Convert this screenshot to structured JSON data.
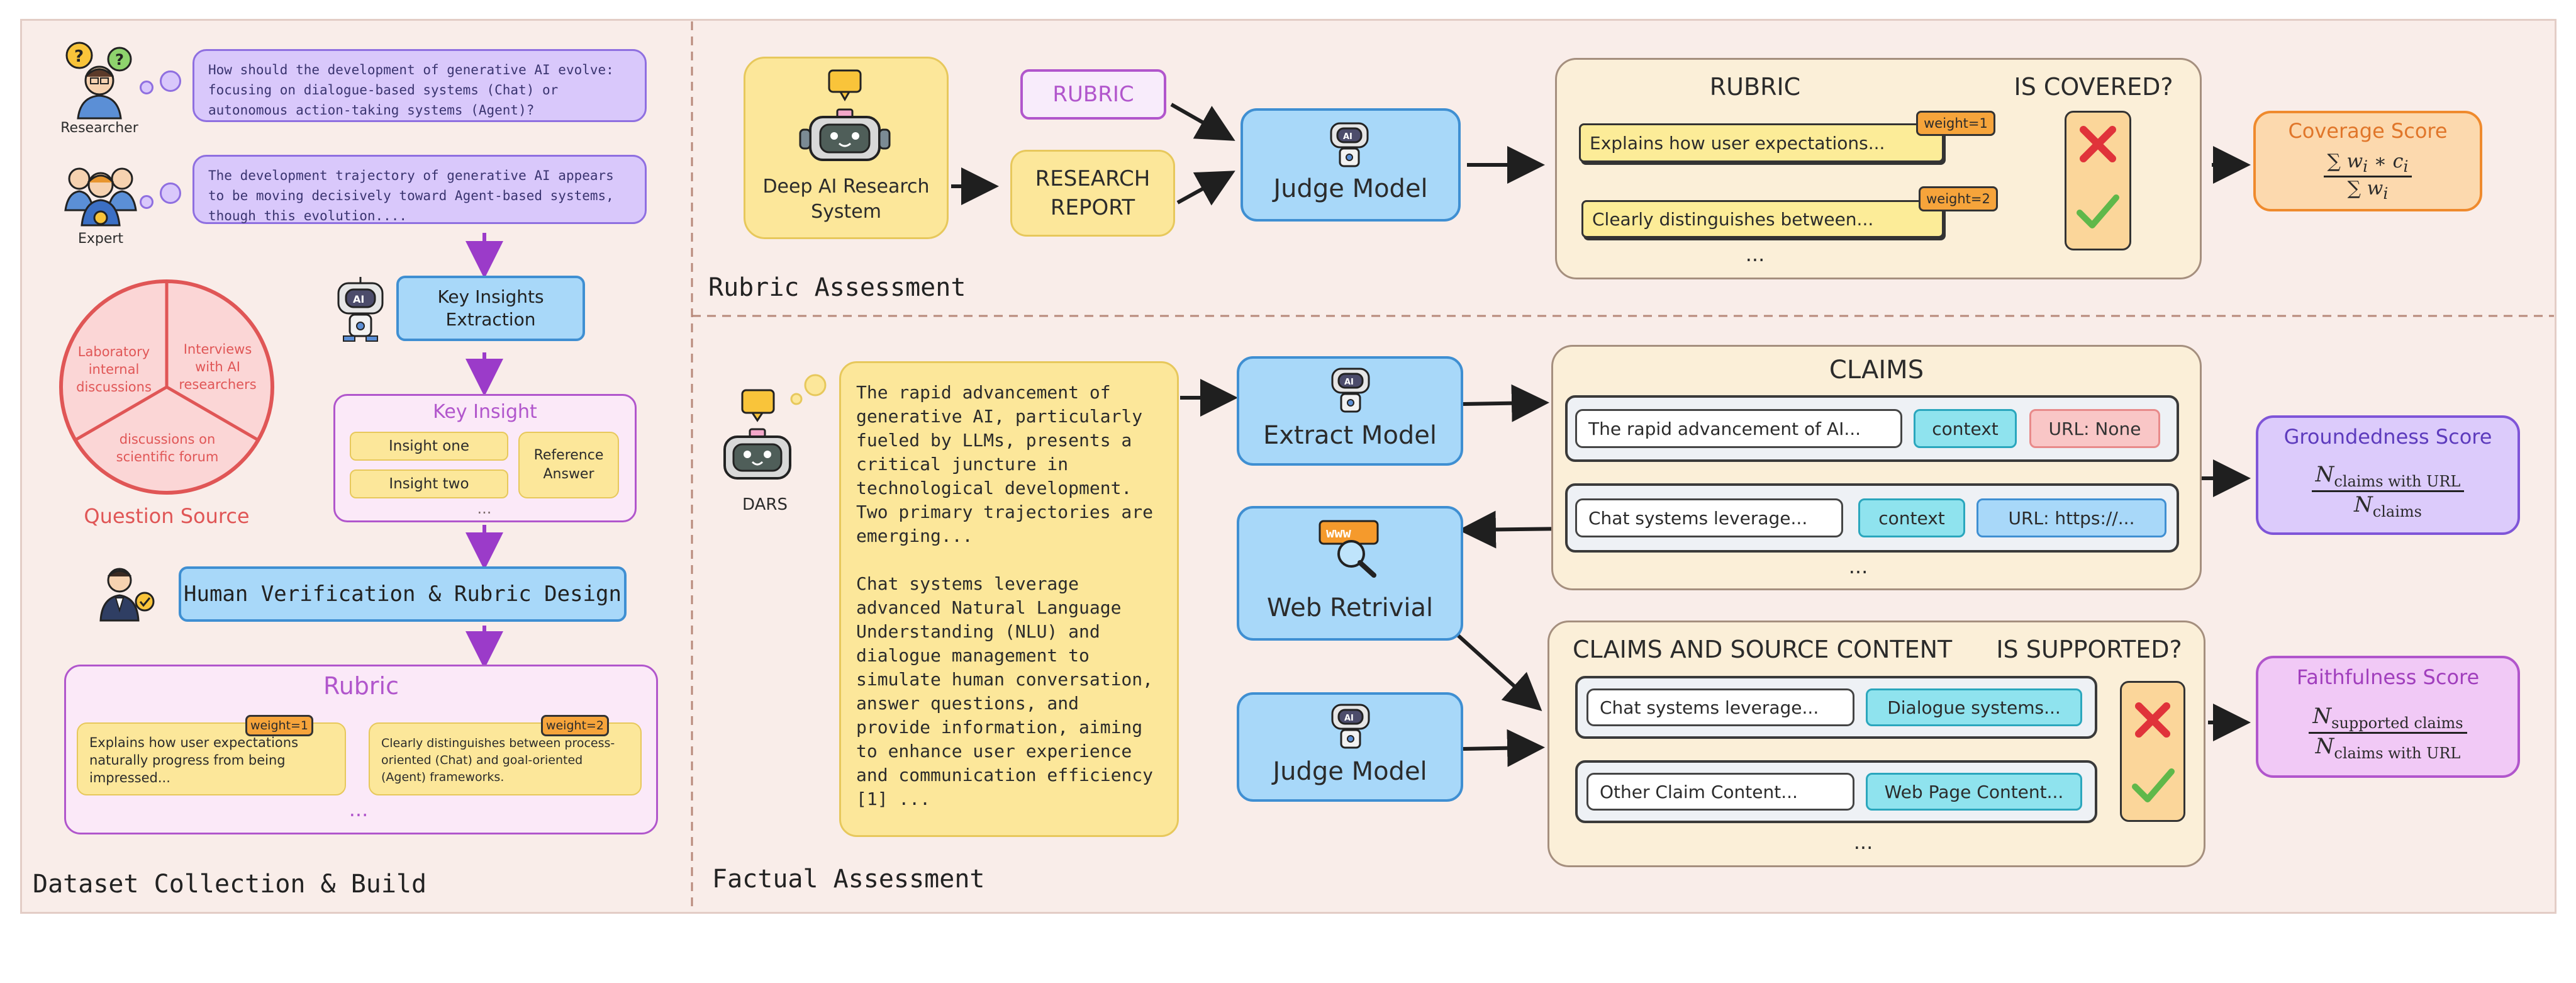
{
  "left": {
    "researcher_question": "How should the development of generative AI evolve: focusing on dialogue-based systems (Chat) or autonomous action-taking systems (Agent)?",
    "researcher_label": "Researcher",
    "expert_answer": "The development trajectory of generative AI appears to be moving decisively toward Agent-based systems, though this evolution....",
    "expert_label": "Expert",
    "pie_slices": [
      "Laboratory internal discussions",
      "Interviews with AI researchers",
      "discussions on scientific forum"
    ],
    "question_source": "Question Source",
    "key_insights_extraction": "Key Insights Extraction",
    "key_insight_title": "Key Insight",
    "insight_one": "Insight one",
    "insight_two": "Insight two",
    "reference_answer": "Reference Answer",
    "ellipsis": "...",
    "human_verification": "Human Verification & Rubric Design",
    "rubric_title": "Rubric",
    "rubric_item1": "Explains how user expectations naturally progress from being impressed...",
    "rubric_item1_weight": "weight=1",
    "rubric_item2": "Clearly distinguishes between process-oriented (Chat) and goal-oriented (Agent) frameworks.",
    "rubric_item2_weight": "weight=2",
    "section_title": "Dataset Collection & Build"
  },
  "rubric_assessment": {
    "system_label": "Deep AI Research System",
    "rubric_tag": "RUBRIC",
    "report_label": "RESEARCH REPORT",
    "judge_label": "Judge Model",
    "panel_title": "RUBRIC",
    "covered_title": "IS COVERED?",
    "item1": "Explains how user expectations...",
    "item1_weight": "weight=1",
    "item2": "Clearly distinguishes between...",
    "item2_weight": "weight=2",
    "ellipsis": "...",
    "coverage_title": "Coverage Score",
    "section_title": "Rubric Assessment"
  },
  "factual_assessment": {
    "dars_label": "DARS",
    "report_text_p1": "The rapid advancement of generative AI, particularly fueled by LLMs, presents a critical juncture in technological development. Two primary trajectories are emerging...",
    "report_text_p2": "Chat systems leverage advanced Natural Language Understanding (NLU) and dialogue management to simulate human conversation, answer questions, and provide information, aiming to enhance user experience and communication efficiency [1] ...",
    "extract_label": "Extract Model",
    "web_label": "Web Retrivial",
    "judge_label": "Judge Model",
    "claims_title": "CLAIMS",
    "claim1": "The rapid advancement of AI...",
    "claim1_context": "context",
    "claim1_url": "URL: None",
    "claim2": "Chat systems leverage...",
    "claim2_context": "context",
    "claim2_url": "URL: https://...",
    "ellipsis": "...",
    "source_title": "CLAIMS AND SOURCE CONTENT",
    "supported_title": "IS SUPPORTED?",
    "src_claim1": "Chat systems leverage...",
    "src_content1": "Dialogue systems...",
    "src_claim2": "Other Claim Content...",
    "src_content2": "Web Page Content...",
    "groundedness_title": "Groundedness Score",
    "faithfulness_title": "Faithfulness Score",
    "section_title": "Factual Assessment",
    "www_label": "www"
  }
}
